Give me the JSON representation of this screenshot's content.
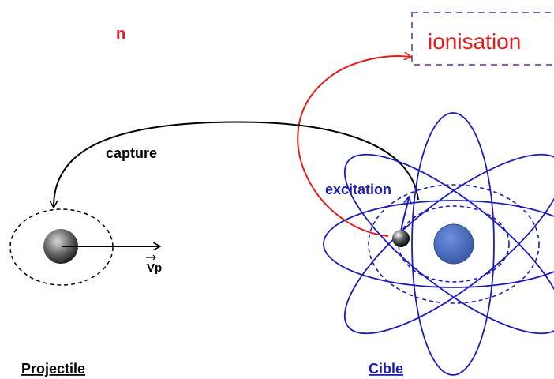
{
  "labels": {
    "n": "n",
    "ionisation": "ionisation",
    "capture": "capture",
    "excitation": "excitation",
    "velocity": "Vp",
    "projectile": "Projectile",
    "cible": "Cible"
  },
  "colors": {
    "red": "#e31b1b",
    "black": "#000000",
    "blue": "#1c1cb8",
    "dashed_box": "#8a63b0",
    "nucleus_fill": "#4f74c9"
  }
}
